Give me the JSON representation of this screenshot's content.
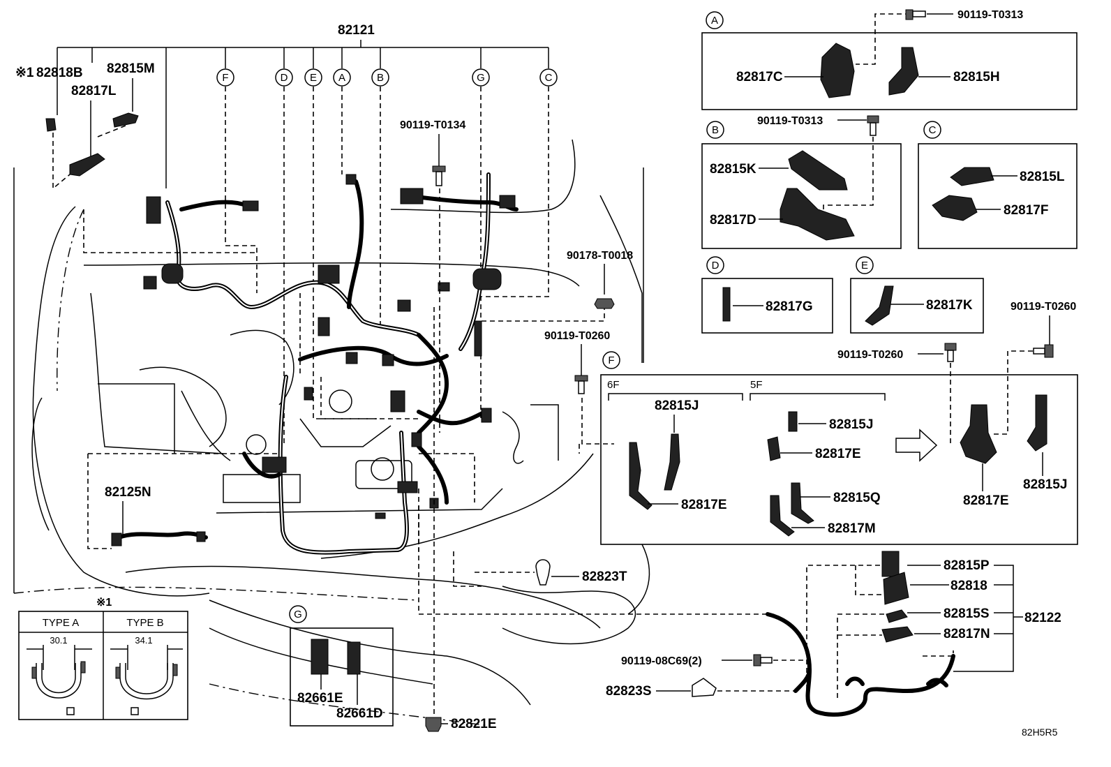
{
  "diagram_code": "82H5R5",
  "main_part": "82121",
  "branch_labels": [
    "F",
    "D",
    "E",
    "A",
    "B",
    "G",
    "C"
  ],
  "top_left_labels": {
    "note_mark": "※1",
    "p1": "82818B",
    "p2": "82815M",
    "p3": "82817L"
  },
  "main_callouts": {
    "bolt_top": "90119-T0134",
    "nut_right": "90178-T0018",
    "bolt_mid": "90119-T0260",
    "harness_lower": "82125N",
    "clip_lower": "82823T",
    "grommet_bottom": "82821E"
  },
  "detail_A": {
    "letter": "A",
    "bolt": "90119-T0313",
    "parts": [
      "82817C",
      "82815H"
    ]
  },
  "detail_B": {
    "letter": "B",
    "bolt": "90119-T0313",
    "parts": [
      "82815K",
      "82817D"
    ]
  },
  "detail_C": {
    "letter": "C",
    "parts": [
      "82815L",
      "82817F"
    ]
  },
  "detail_D": {
    "letter": "D",
    "parts": [
      "82817G"
    ]
  },
  "detail_E": {
    "letter": "E",
    "parts": [
      "82817K"
    ]
  },
  "detail_F": {
    "letter": "F",
    "bolt_1": "90119-T0260",
    "bolt_2": "90119-T0260",
    "group_6f": "6F",
    "group_5f": "5F",
    "parts_6f": [
      "82815J",
      "82817E"
    ],
    "parts_5f": [
      "82815J",
      "82817E",
      "82815Q",
      "82817M"
    ],
    "parts_right": [
      "82817E",
      "82815J"
    ]
  },
  "detail_G": {
    "letter": "G",
    "parts": [
      "82661E",
      "82661D"
    ]
  },
  "note_box": {
    "mark": "※1",
    "type_a": "TYPE A",
    "type_b": "TYPE B",
    "dim_a": "30.1",
    "dim_b": "34.1"
  },
  "sub_harness": {
    "part": "82122",
    "items": [
      "82815P",
      "82818",
      "82815S",
      "82817N"
    ],
    "bolt": "90119-08C69(2)",
    "clip": "82823S"
  }
}
